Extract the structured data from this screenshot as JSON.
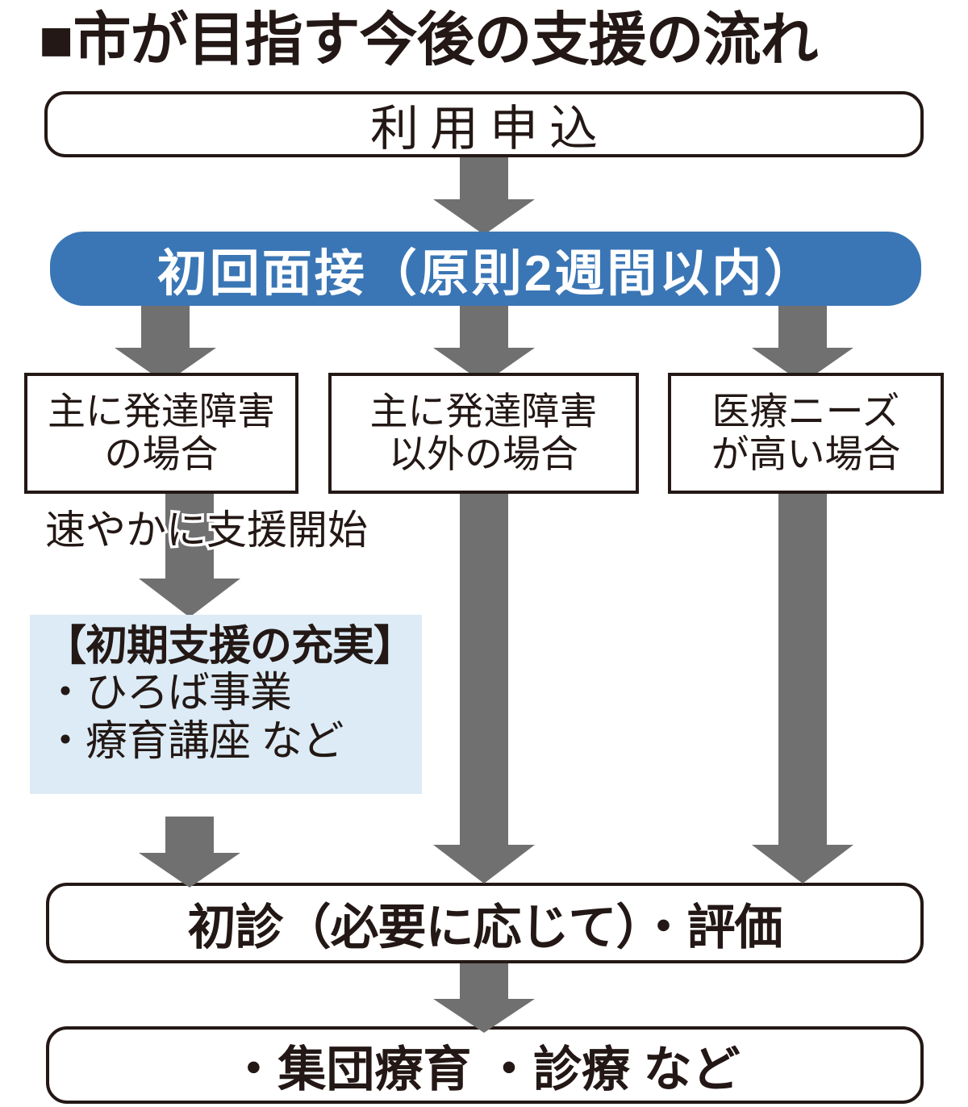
{
  "title": "■市が目指す今後の支援の流れ",
  "colors": {
    "ink": "#231815",
    "arrow_gray": "#707070",
    "accent_blue": "#3a76b5",
    "panel_light_blue": "#dcebf5",
    "white": "#ffffff"
  },
  "flow": {
    "step_apply": "利用申込",
    "step_interview": "初回面接（原則2週間以内）",
    "branches": [
      {
        "label": "主に発達障害\nの場合"
      },
      {
        "label": "主に発達障害\n以外の場合"
      },
      {
        "label": "医療ニーズ\nが高い場合"
      }
    ],
    "branch_1_line_1": "主に発達障害",
    "branch_1_line_2": "の場合",
    "branch_2_line_1": "主に発達障害",
    "branch_2_line_2": "以外の場合",
    "branch_3_line_1": "医療ニーズ",
    "branch_3_line_2": "が高い場合",
    "caption_quick_start": "速やかに支援開始",
    "support_panel": {
      "heading": "【初期支援の充実】",
      "items": [
        "・ひろば事業",
        "・療育講座 など"
      ]
    },
    "step_exam": "初診（必要に応じて）・評価",
    "step_outcome": "・集団療育  ・診療  など"
  },
  "icons": {
    "down_arrow": "down-arrow-icon",
    "bullet_square": "filled-square-icon"
  }
}
